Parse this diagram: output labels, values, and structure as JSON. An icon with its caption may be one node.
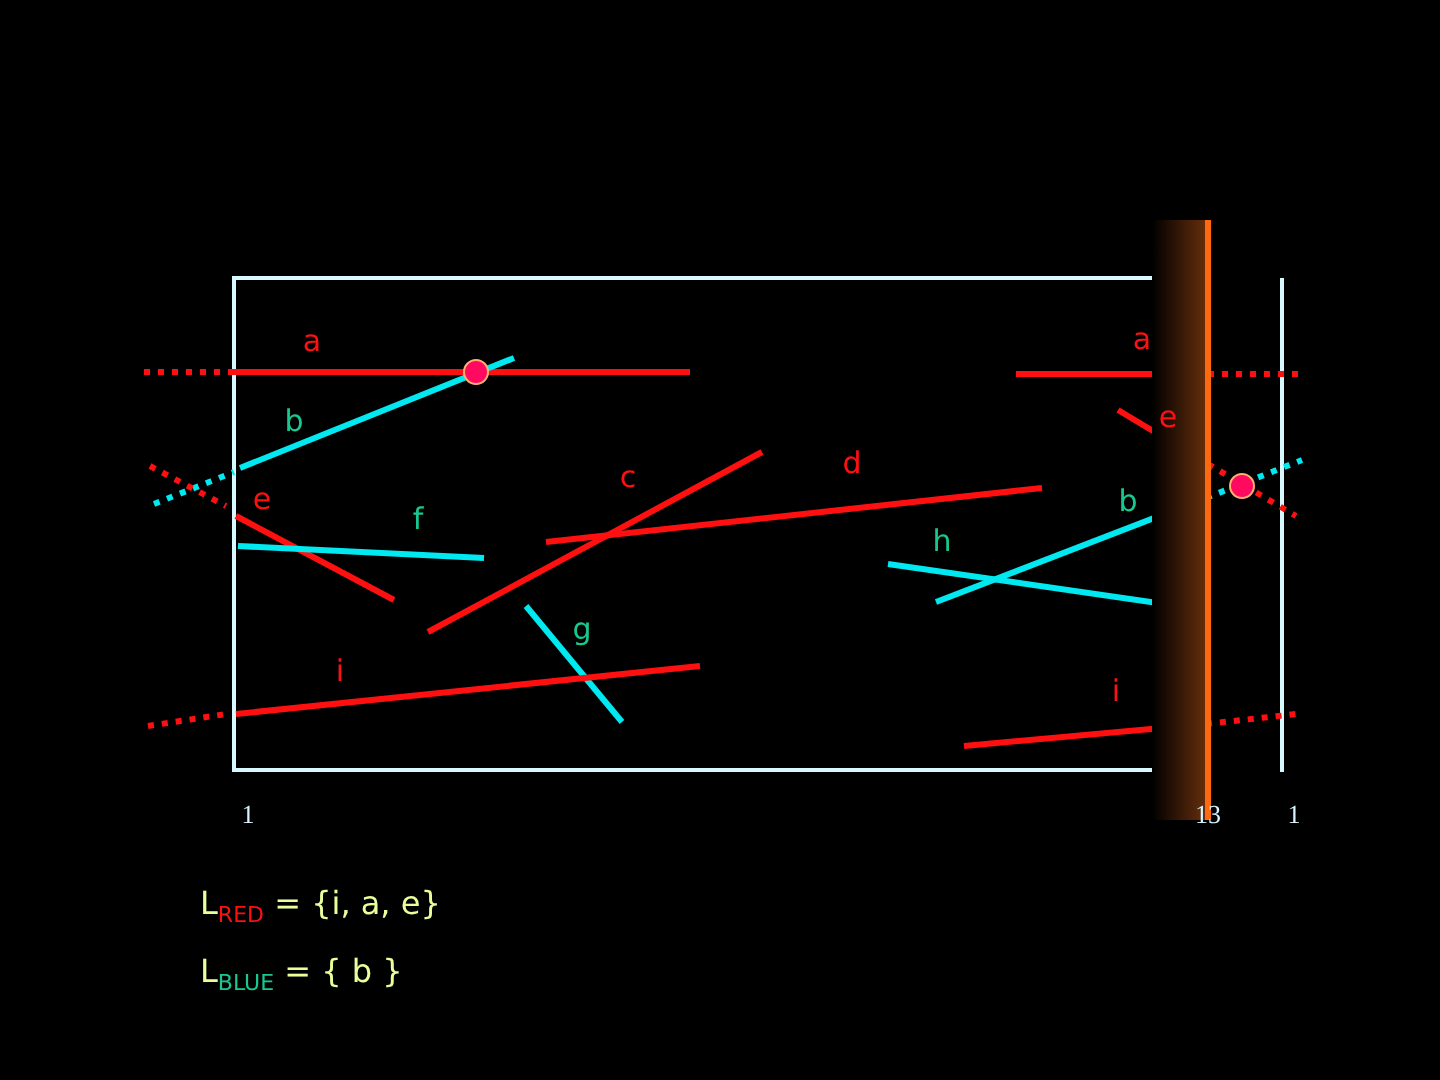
{
  "diagram": {
    "labels": [
      "a",
      "b",
      "e",
      "f",
      "c",
      "d",
      "h",
      "g",
      "i",
      "a",
      "e",
      "b",
      "i",
      "1",
      "13",
      "1",
      "L$_{RED}$ = {i, a, e}",
      "L$_{BLUE}$ = { b }"
    ]
  }
}
